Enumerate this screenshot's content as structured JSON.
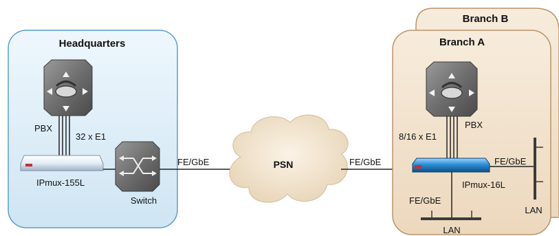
{
  "regions": {
    "headquarters": "Headquarters",
    "branch_a": "Branch A",
    "branch_b": "Branch B"
  },
  "cloud": {
    "label": "PSN"
  },
  "headquarters": {
    "pbx_label": "PBX",
    "e1_label": "32 x E1",
    "device_label": "IPmux-155L",
    "switch_label": "Switch",
    "uplink_label": "FE/GbE"
  },
  "branch": {
    "uplink_label": "FE/GbE",
    "e1_label": "8/16 x E1",
    "pbx_label": "PBX",
    "device_label": "IPmux-16L",
    "lan_right_link_label": "FE/GbE",
    "lan_right_label": "LAN",
    "lan_bottom_link_label": "FE/GbE",
    "lan_bottom_label": "LAN"
  },
  "colors": {
    "hq_fill": "#d6eaf6",
    "hq_stroke": "#5a9ec9",
    "branch_fill": "#f3e4cf",
    "branch_stroke": "#b8946a",
    "cloud_fill": "#efe0c9",
    "device_blue": "#2d8fd5"
  }
}
